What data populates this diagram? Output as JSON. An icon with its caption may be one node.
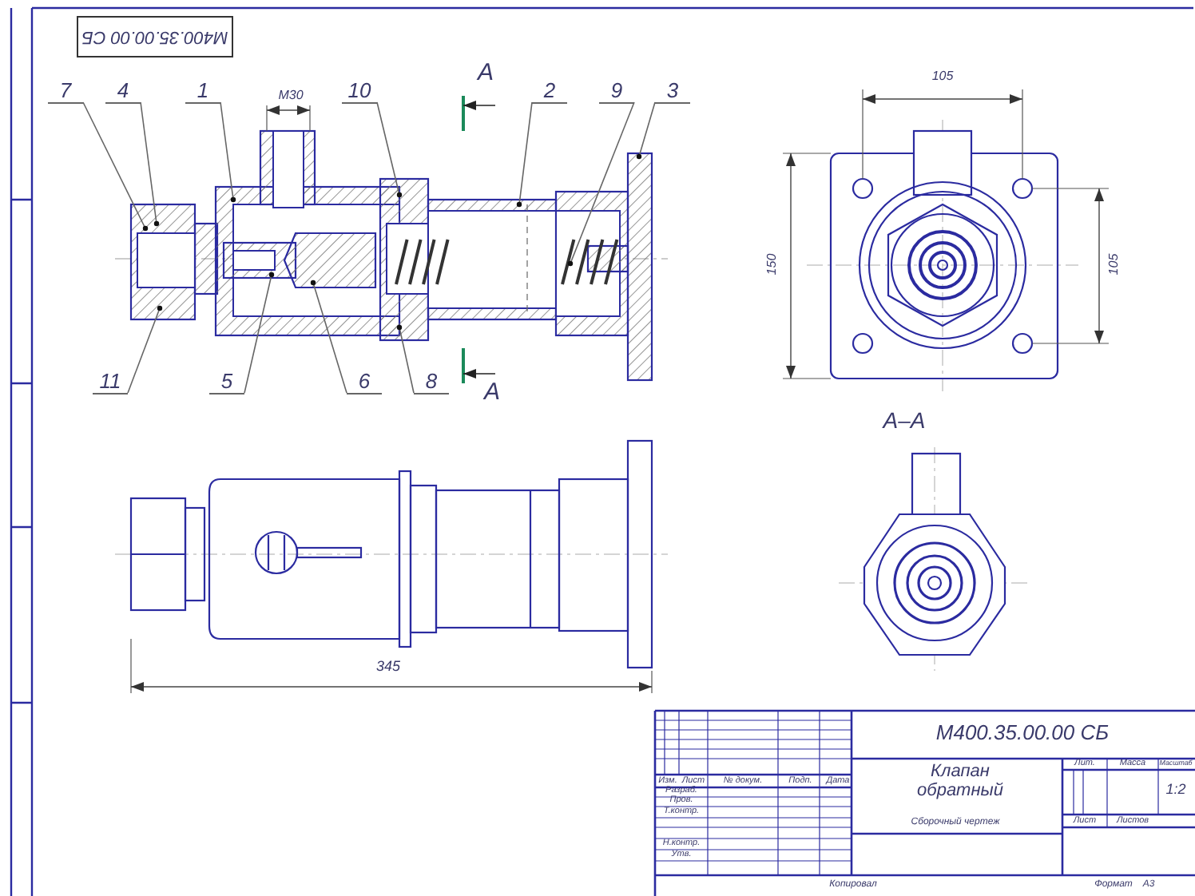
{
  "diagram": {
    "nodes": [
      {
        "text": [
          "7"
        ]
      },
      {
        "text": [
          "4"
        ]
      },
      {
        "text": [
          "1"
        ]
      },
      {
        "text": [
          "10"
        ]
      },
      {
        "text": [
          "2"
        ]
      },
      {
        "text": [
          "9"
        ]
      },
      {
        "text": [
          "3"
        ]
      },
      {
        "text": [
          "11"
        ]
      },
      {
        "text": [
          "5"
        ]
      },
      {
        "text": [
          "6"
        ]
      },
      {
        "text": [
          "8"
        ]
      }
    ],
    "edges": [
      {
        "from": 0,
        "to": null,
        "arrow": "other"
      },
      {
        "from": 1,
        "to": null,
        "arrow": "other"
      },
      {
        "from": 2,
        "to": null,
        "arrow": "other"
      },
      {
        "from": 3,
        "to": null,
        "arrow": "other"
      },
      {
        "from": 4,
        "to": null,
        "arrow": "other"
      },
      {
        "from": 5,
        "to": null,
        "arrow": "other"
      },
      {
        "from": 6,
        "to": null,
        "arrow": "other"
      },
      {
        "from": 7,
        "to": null,
        "arrow": "other"
      },
      {
        "from": 8,
        "to": null,
        "arrow": "other"
      },
      {
        "from": 9,
        "to": null,
        "arrow": "other"
      },
      {
        "from": 10,
        "to": null,
        "arrow": "other"
      }
    ],
    "labels": [
      "М400.35.00.00 СБ",
      "М30",
      "А",
      "105",
      "150",
      "105",
      "А",
      "А–А",
      "345",
      "М400.35.00.00 СБ",
      "Лит.",
      "Масса",
      "Масштаб",
      "Изм.",
      "Лист",
      "№ докум.",
      "Подп.",
      "Дата",
      "Разраб.",
      "Клапан обратный",
      "1:2",
      "Пров.",
      "Т.контр.",
      "Сборочный чертеж",
      "Лист",
      "Листов",
      "Н.контр.",
      "Утв.",
      "Копировал",
      "Формат",
      "А3"
    ]
  }
}
